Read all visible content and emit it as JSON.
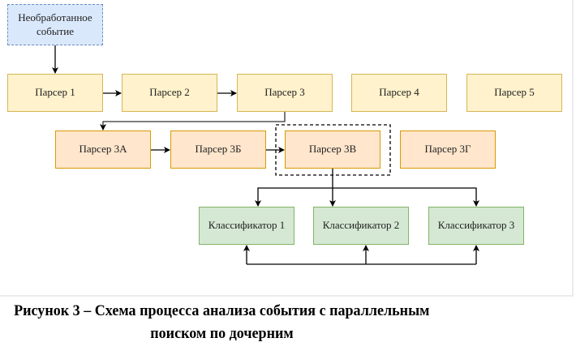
{
  "diagram": {
    "source_node": "Необработанное событие",
    "parsers": [
      "Парсер 1",
      "Парсер 2",
      "Парсер 3",
      "Парсер 4",
      "Парсер 5"
    ],
    "sub_parsers": [
      "Парсер 3А",
      "Парсер 3Б",
      "Парсер 3В",
      "Парсер 3Г"
    ],
    "classifiers": [
      "Классификатор 1",
      "Классификатор 2",
      "Классификатор 3"
    ],
    "highlighted_node": "Парсер 3В",
    "colors": {
      "source_fill": "#dae8fc",
      "source_stroke": "#6c8ebf",
      "parser_fill": "#fff2cc",
      "parser_stroke": "#d6b656",
      "sub_parser_fill": "#ffe6cc",
      "sub_parser_stroke": "#d79b00",
      "classifier_fill": "#d5e8d4",
      "classifier_stroke": "#82b366"
    },
    "edges": [
      [
        "Необработанное событие",
        "Парсер 1"
      ],
      [
        "Парсер 1",
        "Парсер 2"
      ],
      [
        "Парсер 2",
        "Парсер 3"
      ],
      [
        "Парсер 3",
        "Парсер 3А"
      ],
      [
        "Парсер 3А",
        "Парсер 3Б"
      ],
      [
        "Парсер 3Б",
        "Парсер 3В"
      ],
      [
        "Парсер 3В",
        "Классификатор 1"
      ],
      [
        "Парсер 3В",
        "Классификатор 2"
      ],
      [
        "Парсер 3В",
        "Классификатор 3"
      ],
      [
        "Классификатор bus",
        "Классификатор 1"
      ],
      [
        "Классификатор bus",
        "Классификатор 2"
      ],
      [
        "Классификатор bus",
        "Классификатор 3"
      ]
    ]
  },
  "caption": {
    "line1": "Рисунок 3 – Схема процесса анализа события с параллельным",
    "line2": "поиском по дочерним"
  }
}
